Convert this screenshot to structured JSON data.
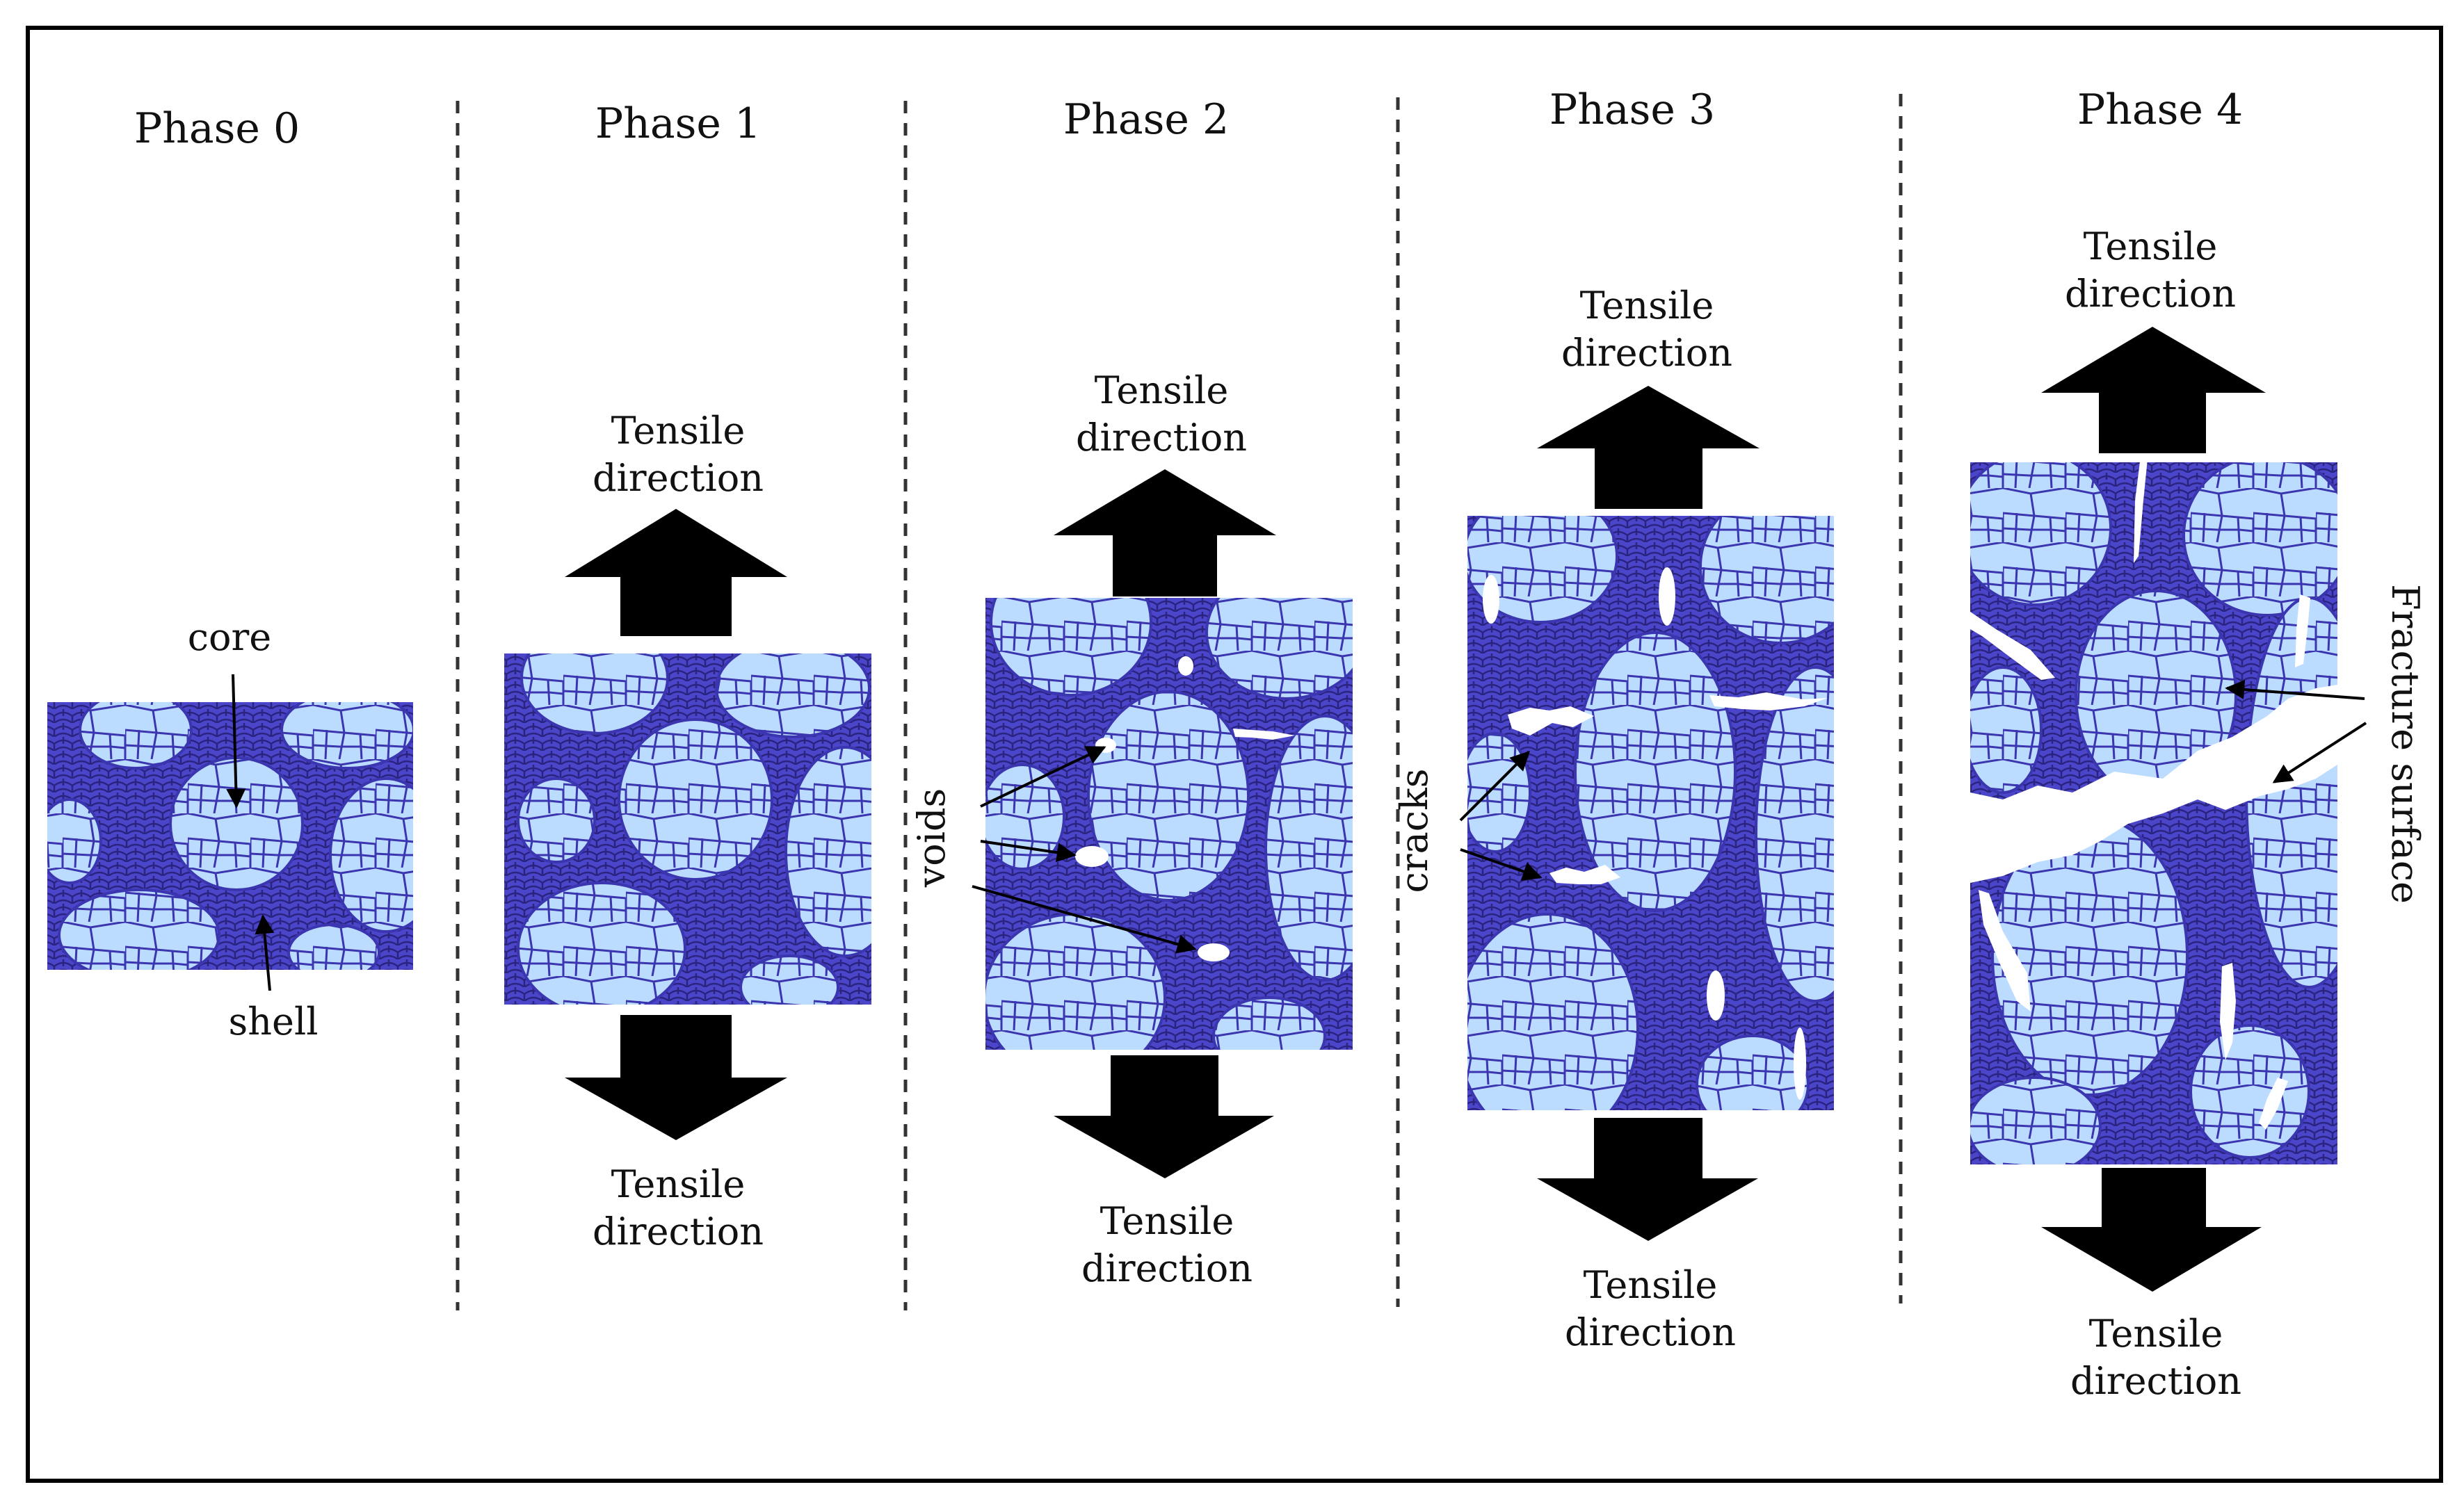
{
  "colors": {
    "shell": "#4b45c9",
    "shell_line": "#2a2480",
    "core": "#bcdcff",
    "core_line": "#3b35b0",
    "defect": "#ffffff",
    "arrow": "#000000",
    "frame": "#000000"
  },
  "phases": [
    {
      "title": "Phase 0",
      "labels": [
        "core",
        "shell"
      ]
    },
    {
      "title": "Phase 1",
      "tensile_top": [
        "Tensile",
        "direction"
      ],
      "tensile_bottom": [
        "Tensile",
        "direction"
      ]
    },
    {
      "title": "Phase 2",
      "tensile_top": [
        "Tensile",
        "direction"
      ],
      "tensile_bottom": [
        "Tensile",
        "direction"
      ],
      "defect_label": "voids"
    },
    {
      "title": "Phase 3",
      "tensile_top": [
        "Tensile",
        "direction"
      ],
      "tensile_bottom": [
        "Tensile",
        "direction"
      ],
      "defect_label": "cracks"
    },
    {
      "title": "Phase 4",
      "tensile_top": [
        "Tensile",
        "direction"
      ],
      "tensile_bottom": [
        "Tensile",
        "direction"
      ],
      "defect_label": "Fracture surface"
    }
  ]
}
